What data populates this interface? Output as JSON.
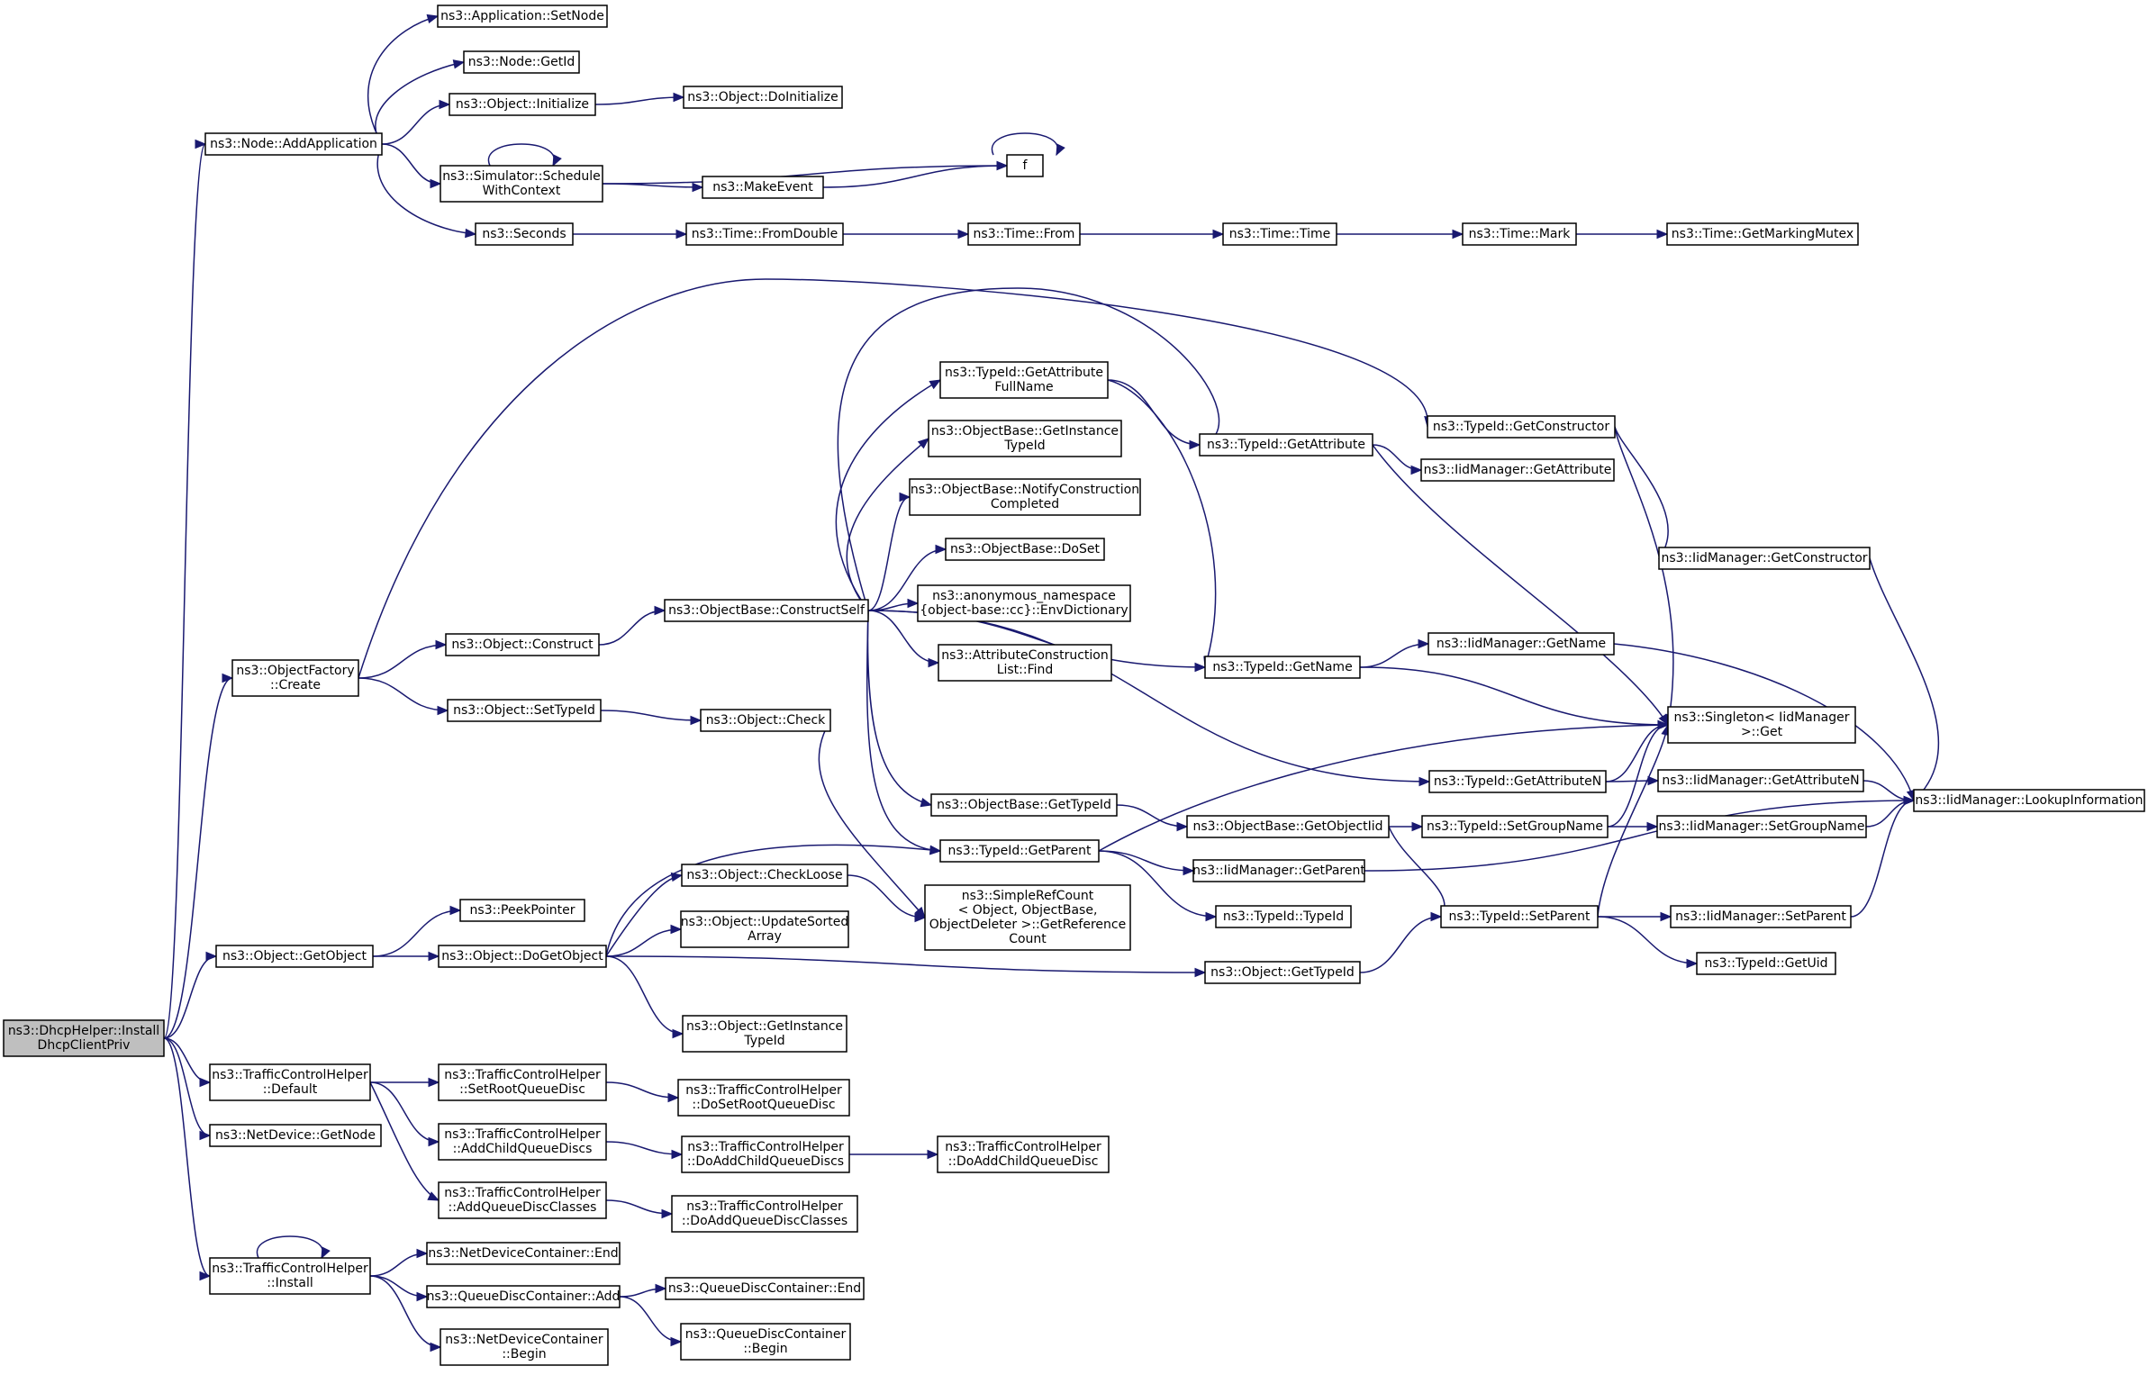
{
  "graph": {
    "title": "",
    "colors": {
      "edge": "#191970",
      "root_fill": "#bfbfbf",
      "node_fill": "#ffffff",
      "border": "#000000"
    },
    "nodes": [
      {
        "id": "root",
        "lines": [
          "ns3::DhcpHelper::Install",
          "DhcpClientPriv"
        ],
        "root": true
      },
      {
        "id": "addapp",
        "lines": [
          "ns3::Node::AddApplication"
        ]
      },
      {
        "id": "appsetnode",
        "lines": [
          "ns3::Application::SetNode"
        ]
      },
      {
        "id": "nodegetid",
        "lines": [
          "ns3::Node::GetId"
        ]
      },
      {
        "id": "objinit",
        "lines": [
          "ns3::Object::Initialize"
        ]
      },
      {
        "id": "objdoinit",
        "lines": [
          "ns3::Object::DoInitialize"
        ]
      },
      {
        "id": "simsched",
        "lines": [
          "ns3::Simulator::Schedule",
          "WithContext"
        ]
      },
      {
        "id": "f",
        "lines": [
          "f"
        ]
      },
      {
        "id": "makeevent",
        "lines": [
          "ns3::MakeEvent"
        ]
      },
      {
        "id": "seconds",
        "lines": [
          "ns3::Seconds"
        ]
      },
      {
        "id": "fromdouble",
        "lines": [
          "ns3::Time::FromDouble"
        ]
      },
      {
        "id": "timefrom",
        "lines": [
          "ns3::Time::From"
        ]
      },
      {
        "id": "timetime",
        "lines": [
          "ns3::Time::Time"
        ]
      },
      {
        "id": "timemark",
        "lines": [
          "ns3::Time::Mark"
        ]
      },
      {
        "id": "getmarkmutex",
        "lines": [
          "ns3::Time::GetMarkingMutex"
        ]
      },
      {
        "id": "ofcreate",
        "lines": [
          "ns3::ObjectFactory",
          "::Create"
        ]
      },
      {
        "id": "objconstruct",
        "lines": [
          "ns3::Object::Construct"
        ]
      },
      {
        "id": "objsettypeid",
        "lines": [
          "ns3::Object::SetTypeId"
        ]
      },
      {
        "id": "objcheck",
        "lines": [
          "ns3::Object::Check"
        ]
      },
      {
        "id": "constructself",
        "lines": [
          "ns3::ObjectBase::ConstructSelf"
        ]
      },
      {
        "id": "getattrfull",
        "lines": [
          "ns3::TypeId::GetAttribute",
          "FullName"
        ]
      },
      {
        "id": "getinsttid",
        "lines": [
          "ns3::ObjectBase::GetInstance",
          "TypeId"
        ]
      },
      {
        "id": "notifycons",
        "lines": [
          "ns3::ObjectBase::NotifyConstruction",
          "Completed"
        ]
      },
      {
        "id": "doset",
        "lines": [
          "ns3::ObjectBase::DoSet"
        ]
      },
      {
        "id": "envdict",
        "lines": [
          "ns3::anonymous_namespace",
          "{object-base::cc}::EnvDictionary"
        ]
      },
      {
        "id": "attrconsfind",
        "lines": [
          "ns3::AttributeConstruction",
          "List::Find"
        ]
      },
      {
        "id": "tidgetattr",
        "lines": [
          "ns3::TypeId::GetAttribute"
        ]
      },
      {
        "id": "tidgetcons",
        "lines": [
          "ns3::TypeId::GetConstructor"
        ]
      },
      {
        "id": "iidgetattr",
        "lines": [
          "ns3::IidManager::GetAttribute"
        ]
      },
      {
        "id": "iidgetcons",
        "lines": [
          "ns3::IidManager::GetConstructor"
        ]
      },
      {
        "id": "tidgetname",
        "lines": [
          "ns3::TypeId::GetName"
        ]
      },
      {
        "id": "iidgetname",
        "lines": [
          "ns3::IidManager::GetName"
        ]
      },
      {
        "id": "singleton",
        "lines": [
          "ns3::Singleton< IidManager",
          ">::Get"
        ]
      },
      {
        "id": "tidgetattrn",
        "lines": [
          "ns3::TypeId::GetAttributeN"
        ]
      },
      {
        "id": "iidgetattrn",
        "lines": [
          "ns3::IidManager::GetAttributeN"
        ]
      },
      {
        "id": "lookup",
        "lines": [
          "ns3::IidManager::LookupInformation"
        ]
      },
      {
        "id": "obgettid",
        "lines": [
          "ns3::ObjectBase::GetTypeId"
        ]
      },
      {
        "id": "obgetobjtid",
        "lines": [
          "ns3::ObjectBase::GetObjectIid"
        ]
      },
      {
        "id": "tidsetgroup",
        "lines": [
          "ns3::TypeId::SetGroupName"
        ]
      },
      {
        "id": "iidsetgroup",
        "lines": [
          "ns3::IidManager::SetGroupName"
        ]
      },
      {
        "id": "tidgetparent",
        "lines": [
          "ns3::TypeId::GetParent"
        ]
      },
      {
        "id": "iidgetparent",
        "lines": [
          "ns3::IidManager::GetParent"
        ]
      },
      {
        "id": "tidtypeid",
        "lines": [
          "ns3::TypeId::TypeId"
        ]
      },
      {
        "id": "tidsetparent",
        "lines": [
          "ns3::TypeId::SetParent"
        ]
      },
      {
        "id": "iidsetparent",
        "lines": [
          "ns3::IidManager::SetParent"
        ]
      },
      {
        "id": "tidgetuid",
        "lines": [
          "ns3::TypeId::GetUid"
        ]
      },
      {
        "id": "peekptr",
        "lines": [
          "ns3::PeekPointer"
        ]
      },
      {
        "id": "objgetobj",
        "lines": [
          "ns3::Object::GetObject"
        ]
      },
      {
        "id": "objdogetobj",
        "lines": [
          "ns3::Object::DoGetObject"
        ]
      },
      {
        "id": "checkloose",
        "lines": [
          "ns3::Object::CheckLoose"
        ]
      },
      {
        "id": "simplerefcount",
        "lines": [
          "ns3::SimpleRefCount",
          "< Object, ObjectBase,",
          "ObjectDeleter >::GetReference",
          "Count"
        ]
      },
      {
        "id": "updsorted",
        "lines": [
          "ns3::Object::UpdateSorted",
          "Array"
        ]
      },
      {
        "id": "objgettid",
        "lines": [
          "ns3::Object::GetTypeId"
        ]
      },
      {
        "id": "objgetinsttid",
        "lines": [
          "ns3::Object::GetInstance",
          "TypeId"
        ]
      },
      {
        "id": "tchdefault",
        "lines": [
          "ns3::TrafficControlHelper",
          "::Default"
        ]
      },
      {
        "id": "tchsetroot",
        "lines": [
          "ns3::TrafficControlHelper",
          "::SetRootQueueDisc"
        ]
      },
      {
        "id": "tchdosetroot",
        "lines": [
          "ns3::TrafficControlHelper",
          "::DoSetRootQueueDisc"
        ]
      },
      {
        "id": "tchaddchild",
        "lines": [
          "ns3::TrafficControlHelper",
          "::AddChildQueueDiscs"
        ]
      },
      {
        "id": "tchdoaddchilds",
        "lines": [
          "ns3::TrafficControlHelper",
          "::DoAddChildQueueDiscs"
        ]
      },
      {
        "id": "tchdoaddchild",
        "lines": [
          "ns3::TrafficControlHelper",
          "::DoAddChildQueueDisc"
        ]
      },
      {
        "id": "tchaddclasses",
        "lines": [
          "ns3::TrafficControlHelper",
          "::AddQueueDiscClasses"
        ]
      },
      {
        "id": "tchdoaddclasses",
        "lines": [
          "ns3::TrafficControlHelper",
          "::DoAddQueueDiscClasses"
        ]
      },
      {
        "id": "netdevgetnode",
        "lines": [
          "ns3::NetDevice::GetNode"
        ]
      },
      {
        "id": "tchinstall",
        "lines": [
          "ns3::TrafficControlHelper",
          "::Install"
        ]
      },
      {
        "id": "ndcend",
        "lines": [
          "ns3::NetDeviceContainer::End"
        ]
      },
      {
        "id": "qdcadd",
        "lines": [
          "ns3::QueueDiscContainer::Add"
        ]
      },
      {
        "id": "qdcend",
        "lines": [
          "ns3::QueueDiscContainer::End"
        ]
      },
      {
        "id": "ndcbegin",
        "lines": [
          "ns3::NetDeviceContainer",
          "::Begin"
        ]
      },
      {
        "id": "qdcbegin",
        "lines": [
          "ns3::QueueDiscContainer",
          "::Begin"
        ]
      }
    ]
  }
}
